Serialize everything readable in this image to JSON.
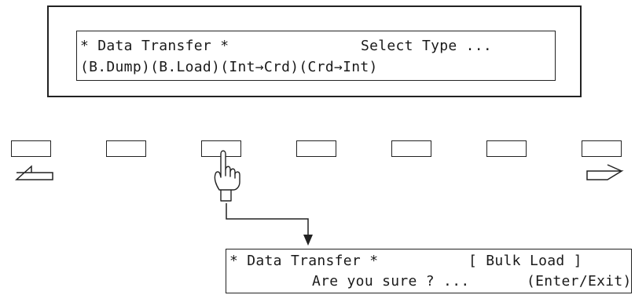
{
  "display_top": {
    "title": "* Data Transfer *",
    "prompt": "Select Type ...",
    "menu": "(B.Dump)(B.Load)(Int→Crd)(Crd→Int)"
  },
  "display_bottom": {
    "title": "* Data Transfer *",
    "mode": "[ Bulk Load ]",
    "question": "Are you sure ? ...",
    "options": "(Enter/Exit)"
  },
  "softkeys": [
    {
      "id": "softkey-1"
    },
    {
      "id": "softkey-2"
    },
    {
      "id": "softkey-3",
      "pressed": true
    },
    {
      "id": "softkey-4"
    },
    {
      "id": "softkey-5"
    },
    {
      "id": "softkey-6"
    },
    {
      "id": "softkey-7"
    }
  ],
  "icons": {
    "page_left": "arrow-left-icon",
    "page_right": "arrow-right-icon",
    "pointer": "pointing-hand-icon",
    "flow": "down-arrow-icon"
  },
  "colors": {
    "ink": "#222222",
    "paper": "#ffffff"
  }
}
